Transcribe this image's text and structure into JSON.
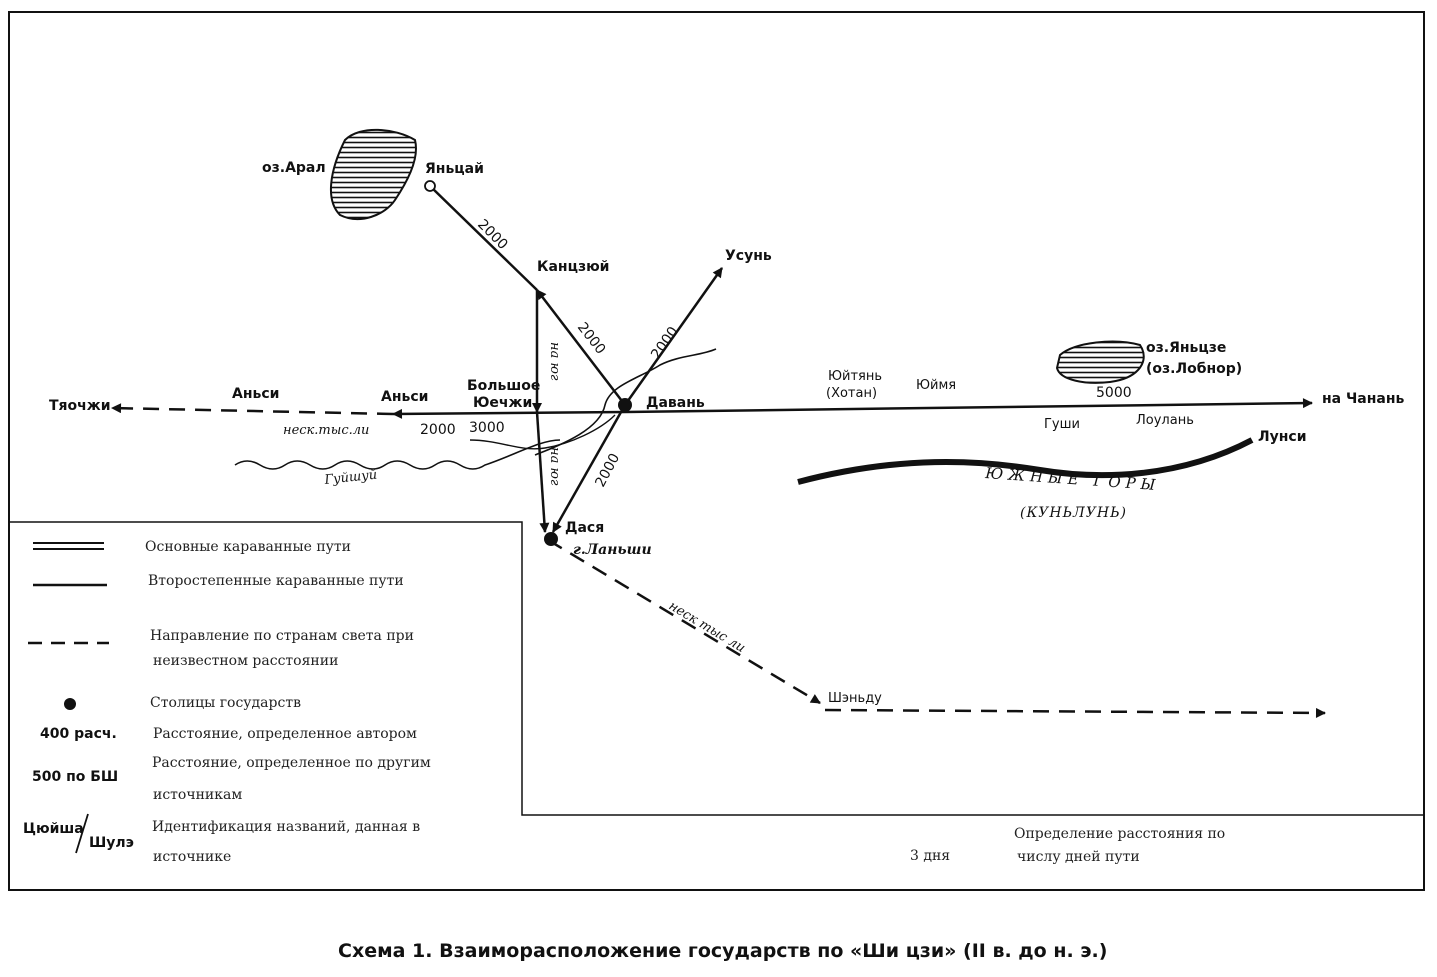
{
  "places": {
    "aral": "оз.Арал",
    "yantsai": "Яньцай",
    "kangju": "Канцзюй",
    "usun": "Усунь",
    "bolshoe": "Большое",
    "yuechzhi": "Юечжи",
    "davan": "Давань",
    "ansi_near": "Аньси",
    "ansi_far": "Аньси",
    "tyaochzhi": "Тяочжи",
    "yuytyan": "Юйтянь",
    "khotan": "(Хотан)",
    "yuymi": "Юймя",
    "lake_yantsze": "оз.Яньцзе",
    "lake_lobnor": "(оз.Лобнор)",
    "chanan": "на Чанань",
    "gushi": "Гуши",
    "loulan": "Лоулань",
    "lunsi": "Лунси",
    "gushui": "Гуйшуй",
    "dasya": "Дася",
    "lanshi": "г.Ланьши",
    "shendu": "Шэньду",
    "mountains": "ЮЖНЫЕ ГОРЫ",
    "kunlun": "(КУНЬЛУНЬ)"
  },
  "distances": {
    "yantsai_kangju": "2000",
    "kangju_davan": "2000",
    "davan_usun": "2000",
    "davan_dasya": "2000",
    "ansi_2000": "2000",
    "yuechzhi_3000": "3000",
    "lobnor_5000": "5000",
    "unknown_west": "неск.тыс.ли",
    "unknown_south": "неск тыс ли",
    "south_1": "на юг",
    "south_2": "на юг"
  },
  "legend": {
    "main_routes": "Основные караванные пути",
    "secondary_routes": "Второстепенные караванные пути",
    "direction_1": "Направление по странам света при",
    "direction_2": "неизвестном расстоянии",
    "capitals": "Столицы государств",
    "author_key": "400 расч.",
    "author_text": "Расстояние, определенное автором",
    "other_key": "500 по БШ",
    "other_text_1": "Расстояние, определенное по другим",
    "other_text_2": "источникам",
    "ident_key_1": "Цюйша",
    "ident_key_2": "Шулэ",
    "ident_text_1": "Идентификация названий, данная в",
    "ident_text_2": "источнике",
    "days_key": "3 дня",
    "days_text_1": "Определение расстояния по",
    "days_text_2": "числу дней пути"
  },
  "caption": "Схема 1. Взаиморасположение государств по «Ши цзи» (II в. до н. э.)"
}
